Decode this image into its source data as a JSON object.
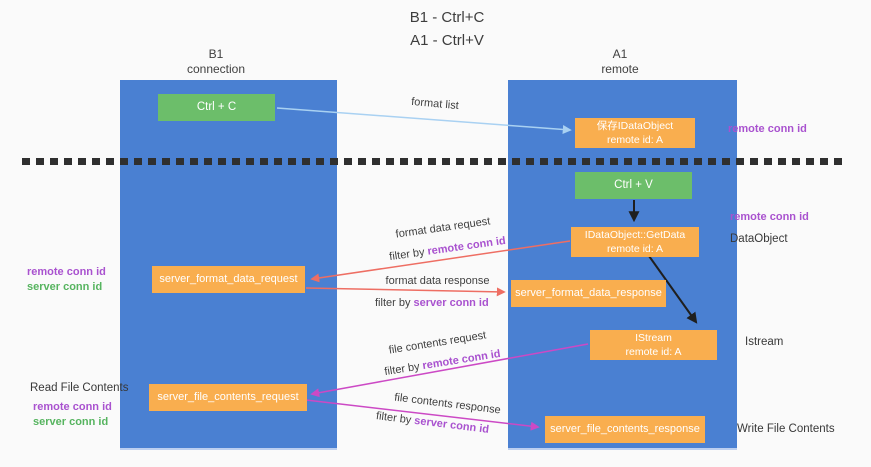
{
  "title": {
    "line1": "B1 - Ctrl+C",
    "line2": "A1 - Ctrl+V"
  },
  "lanes": {
    "left": {
      "title": "B1",
      "subtitle": "connection"
    },
    "right": {
      "title": "A1",
      "subtitle": "remote"
    }
  },
  "nodes": {
    "ctrl_c": {
      "label": "Ctrl + C"
    },
    "save_dataobject": {
      "line1": "保存IDataObject",
      "line2": "remote id: A"
    },
    "ctrl_v": {
      "label": "Ctrl + V"
    },
    "getdata": {
      "line1": "IDataObject::GetData",
      "line2": "remote id: A"
    },
    "server_format_data_request": {
      "label": "server_format_data_request"
    },
    "server_format_data_response": {
      "label": "server_format_data_response"
    },
    "istream": {
      "line1": "IStream",
      "line2": "remote id: A"
    },
    "server_file_contents_request": {
      "label": "server_file_contents_request"
    },
    "server_file_contents_response": {
      "label": "server_file_contents_response"
    }
  },
  "annotations": {
    "remote_conn_id": "remote conn id",
    "server_conn_id": "server conn id",
    "dataobject": "DataObject",
    "istream": "Istream",
    "read_file_contents": "Read File Contents",
    "write_file_contents": "Write File Contents"
  },
  "arrows": {
    "format_list": {
      "label": "format list"
    },
    "format_data_request": {
      "label": "format data request",
      "filter_prefix": "filter by ",
      "filter_id": "remote conn id"
    },
    "format_data_response": {
      "label": "format data response",
      "filter_prefix": "filter by ",
      "filter_id": "server conn id"
    },
    "file_contents_request": {
      "label": "file contents request",
      "filter_prefix": "filter by ",
      "filter_id": "remote conn id"
    },
    "file_contents_response": {
      "label": "file contents response",
      "filter_prefix": "filter by ",
      "filter_id": "server conn id"
    }
  },
  "colors": {
    "lane_blue": "#4a80d2",
    "node_green": "#6cbe6a",
    "node_orange": "#f9ae4f",
    "purple": "#a952cf",
    "green_label": "#56b45f",
    "red_arrow": "#ee6e63",
    "magenta_arrow": "#cc49c5",
    "blue_arrow": "#a9d1f2",
    "dash": "#2f2f2f",
    "bg": "#fafafa"
  }
}
